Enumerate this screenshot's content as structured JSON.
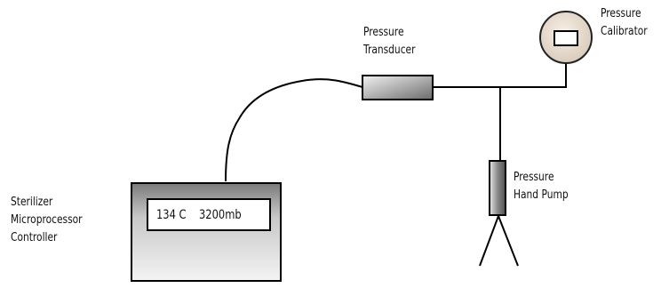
{
  "labels": {
    "pressure_transducer": [
      "Pressure",
      "Transducer"
    ],
    "pressure_calibrator": [
      "Pressure",
      "Calibrator"
    ],
    "pressure_hand_pump": [
      "Pressure",
      "Hand Pump"
    ],
    "sterilizer_controller": [
      "Sterilizer",
      "Microprocessor",
      "Controller"
    ]
  },
  "controller_display": {
    "temperature": "134 C",
    "pressure": "3200mb"
  },
  "colors": {
    "line": "#000000",
    "transducer_fill": "#a9a9a9",
    "pump_fill": "#7d7d7d",
    "calibrator_fill": "#efe3d4",
    "controller_fill_dark": "#808080",
    "controller_fill_light": "#e6e6e6"
  }
}
